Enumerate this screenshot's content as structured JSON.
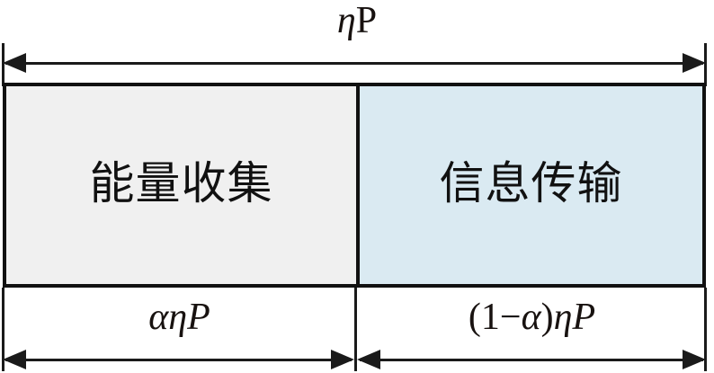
{
  "figure": {
    "kind": "power-splitting-block-diagram",
    "total_label": {
      "eta": "η",
      "p": "P",
      "plain": "ηP"
    },
    "blocks": [
      {
        "id": "energy-harvesting",
        "label": "能量收集",
        "fill": "#f0f0f0",
        "share_label_plain": "αηP",
        "share_parts": {
          "alpha": "α",
          "eta": "η",
          "p": "P"
        }
      },
      {
        "id": "information-transmission",
        "label": "信息传输",
        "fill": "#daeaf2",
        "share_label_plain": "(1−α)ηP",
        "share_parts": {
          "open": "(",
          "one": "1",
          "minus": "−",
          "alpha": "α",
          "close": ")",
          "eta": "η",
          "p": "P"
        }
      }
    ],
    "colors": {
      "stroke": "#111111",
      "text": "#181210",
      "left_fill": "#f0f0f0",
      "right_fill": "#daeaf2",
      "background": "#ffffff"
    },
    "dimensions": {
      "top_arrow": "double-headed",
      "bottom_left_arrow": "double-headed",
      "bottom_right_arrow": "double-headed"
    }
  }
}
